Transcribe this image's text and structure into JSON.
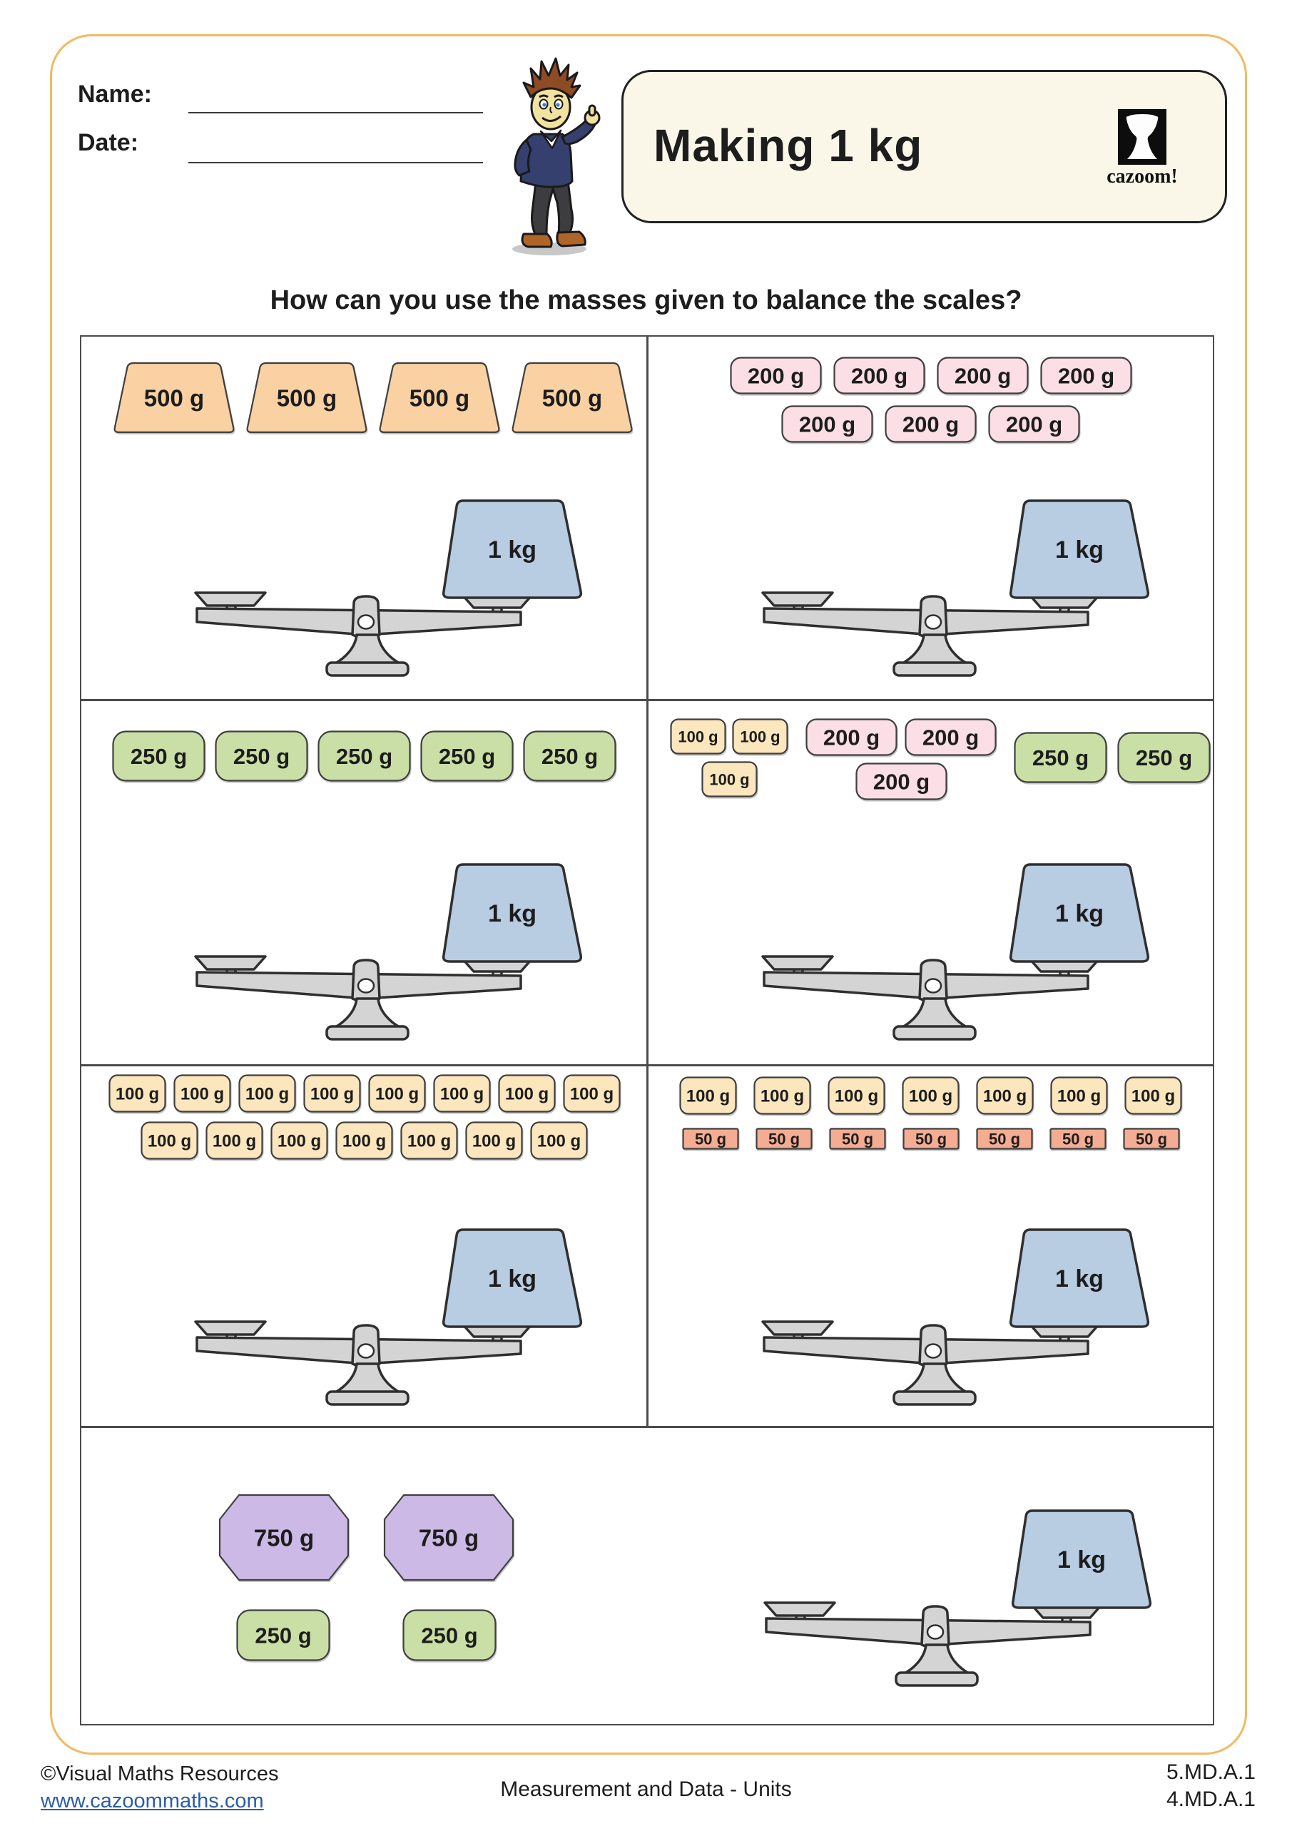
{
  "header": {
    "name_label": "Name:",
    "date_label": "Date:",
    "title": "Making 1 kg",
    "logo_text": "cazoom!"
  },
  "question": "How can you use the masses given to balance the scales?",
  "scale": {
    "label": "1 kg"
  },
  "weight_types": {
    "g500": {
      "label": "500 g",
      "shape": "trapezoid",
      "fill": "#f9d1a3",
      "w": 172,
      "h": 101,
      "font": 33
    },
    "g200": {
      "label": "200 g",
      "shape": "round",
      "fill": "#fbdee6",
      "w": 129,
      "h": 53,
      "r": 14,
      "font": 31
    },
    "g250": {
      "label": "250 g",
      "shape": "round",
      "fill": "#cadfa5",
      "w": 131,
      "h": 72,
      "r": 18,
      "font": 31
    },
    "g100": {
      "label": "100 g",
      "shape": "round",
      "fill": "#fce6bd",
      "w": 81,
      "h": 54,
      "r": 11,
      "font": 24
    },
    "g100s": {
      "label": "100 g",
      "shape": "round",
      "fill": "#fce6bd",
      "w": 79,
      "h": 51,
      "r": 10,
      "font": 22
    },
    "g50": {
      "label": "50 g",
      "shape": "rect",
      "fill": "#f4ad92",
      "w": 80,
      "h": 31,
      "r": 2,
      "font": 22
    },
    "g750": {
      "label": "750 g",
      "shape": "octagon",
      "fill": "#cdb9e6",
      "w": 184,
      "h": 123,
      "font": 33
    },
    "g250b": {
      "label": "250 g",
      "shape": "round",
      "fill": "#cadfa5",
      "w": 132,
      "h": 73,
      "r": 18,
      "font": 31
    }
  },
  "cells": [
    {
      "groups": [
        {
          "rows": [
            [
              "g500",
              "g500",
              "g500",
              "g500"
            ]
          ]
        }
      ]
    },
    {
      "groups": [
        {
          "rows": [
            [
              "g200",
              "g200",
              "g200",
              "g200"
            ],
            [
              "g200",
              "g200",
              "g200"
            ]
          ]
        }
      ]
    },
    {
      "groups": [
        {
          "rows": [
            [
              "g250",
              "g250",
              "g250",
              "g250",
              "g250"
            ]
          ]
        }
      ]
    },
    {
      "groups": [
        {
          "rows": [
            [
              "g100s",
              "g100s"
            ],
            [
              "g100s"
            ]
          ]
        },
        {
          "rows": [
            [
              "g200",
              "g200"
            ],
            [
              "g200"
            ]
          ]
        },
        {
          "rows": [
            [
              "g250",
              "g250"
            ]
          ]
        }
      ]
    },
    {
      "groups": [
        {
          "rows": [
            [
              "g100",
              "g100",
              "g100",
              "g100",
              "g100",
              "g100",
              "g100",
              "g100"
            ],
            [
              "g100",
              "g100",
              "g100",
              "g100",
              "g100",
              "g100",
              "g100"
            ]
          ]
        }
      ]
    },
    {
      "groups": [
        {
          "rows": [
            [
              "g100",
              "g100",
              "g100",
              "g100",
              "g100",
              "g100",
              "g100"
            ],
            [
              "g50",
              "g50",
              "g50",
              "g50",
              "g50",
              "g50",
              "g50"
            ]
          ]
        }
      ]
    },
    {
      "groups": [
        {
          "rows": [
            [
              "g750",
              "g750"
            ],
            [
              "g250b",
              "g250b"
            ]
          ]
        }
      ]
    }
  ],
  "footer": {
    "copyright": "©Visual Maths Resources",
    "website": "www.cazoommaths.com",
    "center": "Measurement and Data - Units",
    "standards": [
      "5.MD.A.1",
      "4.MD.A.1"
    ]
  },
  "colors": {
    "page_border": "#f1ba62",
    "grid_line": "#4b4b4b",
    "scale_fill": "#d4d4d4",
    "scale_stroke": "#2f2f2f",
    "kg_fill": "#b8cce2",
    "weight_stroke": "#3f3f3f",
    "link": "#2b5ca9"
  }
}
